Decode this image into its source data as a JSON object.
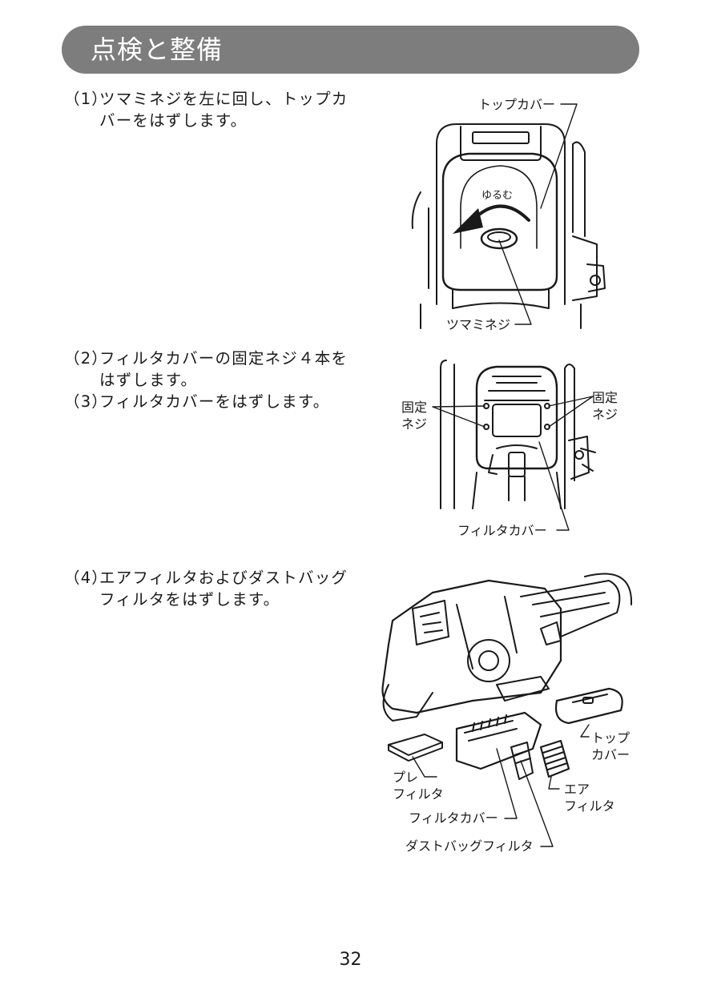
{
  "header": {
    "title": "点検と整備"
  },
  "steps": [
    {
      "num": "（1）",
      "lines": [
        "ツマミネジを左に回し、トップカ",
        "バーをはずします。"
      ]
    },
    {
      "num": "（2）",
      "lines": [
        "フィルタカバーの固定ネジ４本を",
        "はずします。"
      ]
    },
    {
      "num": "（3）",
      "lines": [
        "フィルタカバーをはずします。"
      ]
    },
    {
      "num": "（4）",
      "lines": [
        "エアフィルタおよびダストバッグ",
        "フィルタをはずします。"
      ]
    }
  ],
  "figure1": {
    "top_cover": "トップカバー",
    "loosen": "ゆるむ",
    "knob_screw": "ツマミネジ"
  },
  "figure2": {
    "fixing_screw_left": [
      "固定",
      "ネジ"
    ],
    "fixing_screw_right": [
      "固定",
      "ネジ"
    ],
    "filter_cover": "フィルタカバー"
  },
  "figure3": {
    "top_cover": [
      "トップ",
      "カバー"
    ],
    "pre_filter": [
      "プレ",
      "フィルタ"
    ],
    "air_filter": [
      "エア",
      "フィルタ"
    ],
    "filter_cover": "フィルタカバー",
    "dust_bag_filter": "ダストバッグフィルタ"
  },
  "page_number": "32"
}
